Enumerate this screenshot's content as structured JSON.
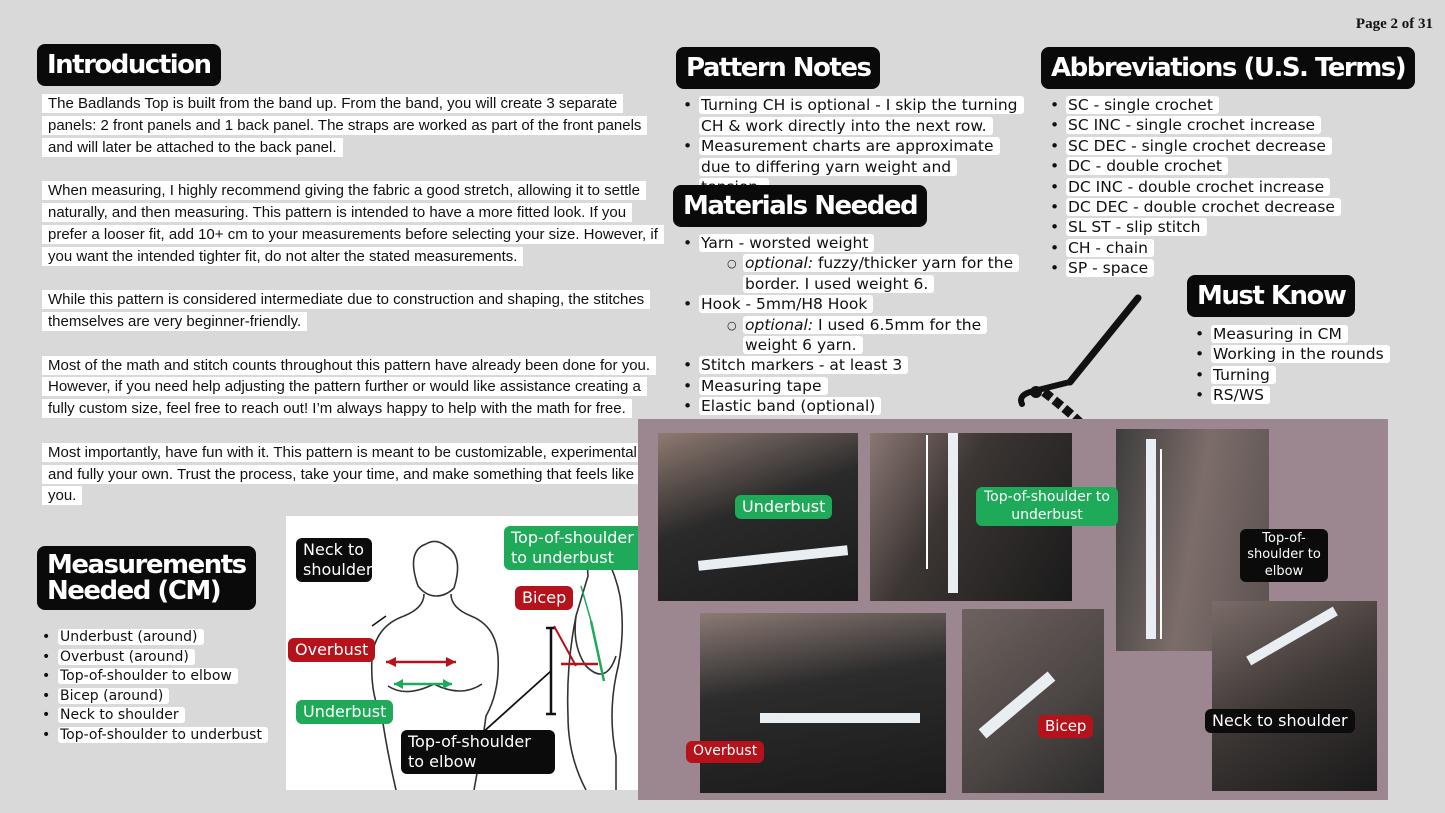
{
  "page_number": "Page 2 of 31",
  "intro": {
    "heading": "Introduction",
    "p1": "The Badlands Top is built from the band up. From the band, you will create 3 separate panels: 2 front panels and 1 back panel. The straps are worked as part of the front panels and will later be attached to the back panel.",
    "p2": "When measuring, I highly recommend giving the fabric a good stretch, allowing it to settle naturally, and then measuring. This pattern is intended to have a more fitted look. If you prefer a looser fit, add 10+ cm to your measurements before selecting your size. However, if you want the intended tighter fit, do not alter the stated measurements.",
    "p3": "While this pattern is considered intermediate due to construction and shaping, the stitches themselves are very beginner-friendly.",
    "p4": "Most of the math and stitch counts throughout this pattern have already been done for you. However, if you need help adjusting the pattern further or would like assistance creating a fully custom size, feel free to reach out! I’m always happy to help with the math for free.",
    "p5": "Most importantly, have fun with it. This pattern is meant to be customizable, experimental, and fully your own. Trust the process, take your time, and make something that feels like you."
  },
  "measurements": {
    "heading_line1": "Measurements",
    "heading_line2": "Needed (CM)",
    "items": [
      "Underbust (around)",
      "Overbust (around)",
      "Top-of-shoulder to elbow",
      "Bicep (around)",
      "Neck to shoulder",
      "Top-of-shoulder to underbust"
    ]
  },
  "notes": {
    "heading": "Pattern Notes",
    "items": [
      "Turning CH is optional - I skip the turning CH & work directly into the next row.",
      "Measurement charts are approximate due to differing yarn weight and tension."
    ]
  },
  "materials": {
    "heading": "Materials Needed",
    "yarn": "Yarn - worsted weight",
    "yarn_sub_em": "optional:",
    "yarn_sub": " fuzzy/thicker yarn for the border. I used weight 6.",
    "hook": "Hook - 5mm/H8 Hook",
    "hook_sub_em": "optional:",
    "hook_sub": " I used 6.5mm for the weight 6 yarn.",
    "items": [
      "Stitch markers - at least 3",
      "Measuring tape",
      "Elastic band (optional)"
    ]
  },
  "abbrev": {
    "heading": "Abbreviations (U.S. Terms)",
    "items": [
      "SC - single crochet",
      "SC INC - single crochet increase",
      "SC DEC - single crochet decrease",
      "DC - double crochet",
      "DC INC - double crochet increase",
      "DC DEC - double crochet decrease",
      "SL ST - slip stitch",
      "CH - chain",
      "SP - space"
    ]
  },
  "mustknow": {
    "heading": "Must Know",
    "items": [
      "Measuring in CM",
      "Working in the rounds",
      "Turning",
      "RS/WS"
    ]
  },
  "diagram_labels": {
    "neck": "Neck to shoulder",
    "tos_ub": "Top-of-shoulder to underbust",
    "bicep": "Bicep",
    "overbust": "Overbust",
    "underbust": "Underbust",
    "tos_elbow": "Top-of-shoulder to elbow"
  },
  "photo_labels": {
    "underbust": "Underbust",
    "tos_ub": "Top-of-shoulder to underbust",
    "tos_elbow": "Top-of- shoulder to elbow",
    "overbust": "Overbust",
    "bicep": "Bicep",
    "neck": "Neck to shoulder"
  },
  "colors": {
    "green": "#1faa59",
    "red": "#b5121b",
    "black": "#0b0b0b",
    "photo_bg": "#9c8790"
  }
}
